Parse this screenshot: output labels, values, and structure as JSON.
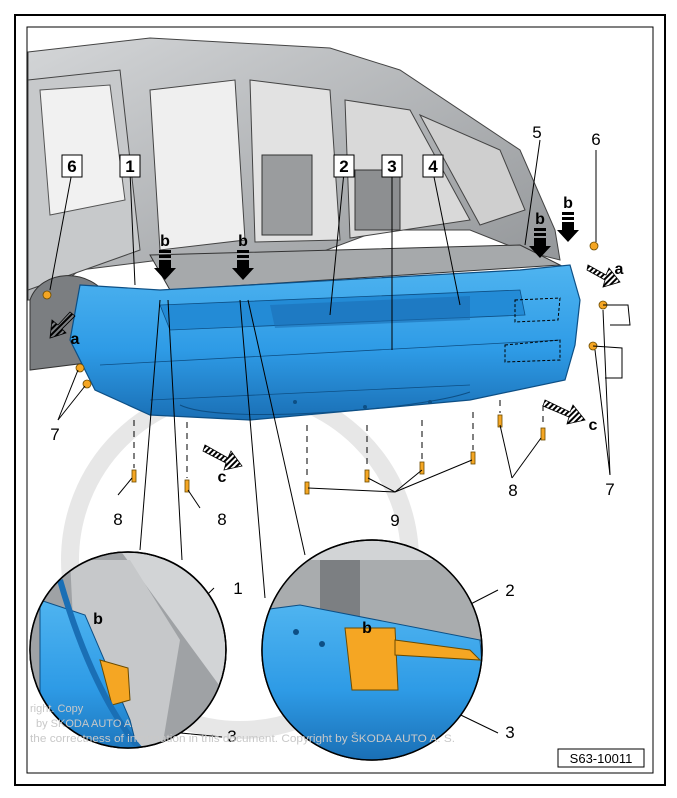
{
  "diagram": {
    "reference_code": "S63-10011",
    "callouts": {
      "n1": "1",
      "n2": "2",
      "n3": "3",
      "n4": "4",
      "n5": "5",
      "n6": "6",
      "n7": "7",
      "n8": "8",
      "n9": "9"
    },
    "arrow_letters": {
      "a": "a",
      "b": "b",
      "c": "c"
    },
    "watermark_lines": [
      "right. Copy",
      "by SKODA AUTO A. S.",
      "the correctness of information in this document. Copyright by ŠKODA AUTO A. S."
    ],
    "colors": {
      "bumper": "#2e9be6",
      "bumper_dark": "#1a6fb5",
      "clip": "#f5a623",
      "body_grey": "#b9bcbe",
      "body_dark": "#6d7073",
      "frame": "#000000"
    }
  }
}
